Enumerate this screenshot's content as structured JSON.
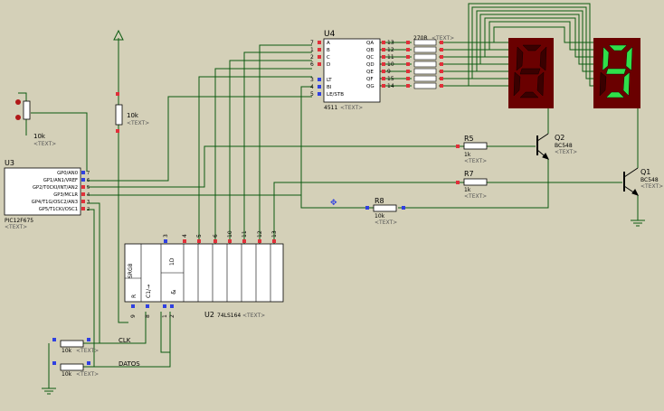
{
  "canvas": {
    "bg": "#d4d0b8",
    "wire": "#0b5a10",
    "pin_red": "#e0303a",
    "pin_blue": "#3040e0",
    "seg_on": "#2fe04a",
    "seg_off": "#6a0000",
    "body": "#ffffff"
  },
  "u4": {
    "ref": "U4",
    "part": "4511",
    "text": "<TEXT>",
    "left_pins": [
      "7",
      "1",
      "2",
      "6",
      "3",
      "4",
      "5"
    ],
    "left_names": [
      "A",
      "B",
      "C",
      "D",
      "LT",
      "BI",
      "LE/STB"
    ],
    "right_names": [
      "QA",
      "QB",
      "QC",
      "QD",
      "QE",
      "QF",
      "QG"
    ],
    "right_pins": [
      "13",
      "12",
      "11",
      "10",
      "9",
      "15",
      "14"
    ]
  },
  "rpack": {
    "ref": "270R",
    "text": "<TEXT>"
  },
  "display": {
    "digit": "9"
  },
  "q2": {
    "ref": "Q2",
    "part": "BC548",
    "text": "<TEXT>"
  },
  "q1": {
    "ref": "Q1",
    "part": "BC548",
    "text": "<TEXT>"
  },
  "r5": {
    "ref": "R5",
    "value": "1k",
    "text": "<TEXT>"
  },
  "r7": {
    "ref": "R7",
    "value": "1k",
    "text": "<TEXT>"
  },
  "r8": {
    "ref": "R8",
    "value": "10k",
    "text": "<TEXT>"
  },
  "r_pull": {
    "value": "10k",
    "text": "<TEXT>"
  },
  "pot": {
    "value": "10k",
    "text": "<TEXT>"
  },
  "u3": {
    "ref": "U3",
    "part": "PIC12F675",
    "text": "<TEXT>",
    "pins": [
      "GP0/AN0",
      "GP1/AN1/VREF",
      "GP2/T0CKI/INT/AN2",
      "GP3/MCLR",
      "GP4/T1G/OSC2/AN3",
      "GP5/T1CKI/OSC1"
    ],
    "pin_nums": [
      "7",
      "6",
      "5",
      "4",
      "3",
      "2"
    ]
  },
  "u2": {
    "ref": "U2",
    "part": "74LS164",
    "text": "<TEXT>",
    "top_pins": [
      "3",
      "4",
      "5",
      "6",
      "10",
      "11",
      "12",
      "13"
    ],
    "srg": "SRG8",
    "r": "R",
    "c1": "C1/→",
    "num10": "1D",
    "amp": "&",
    "bottom_pins": [
      "9",
      "8",
      "1",
      "2"
    ]
  },
  "clk": {
    "label": "CLK",
    "r_value": "10k",
    "text": "<TEXT>"
  },
  "datos": {
    "label": "DATOS",
    "r_value": "10k",
    "text": "<TEXT>"
  }
}
